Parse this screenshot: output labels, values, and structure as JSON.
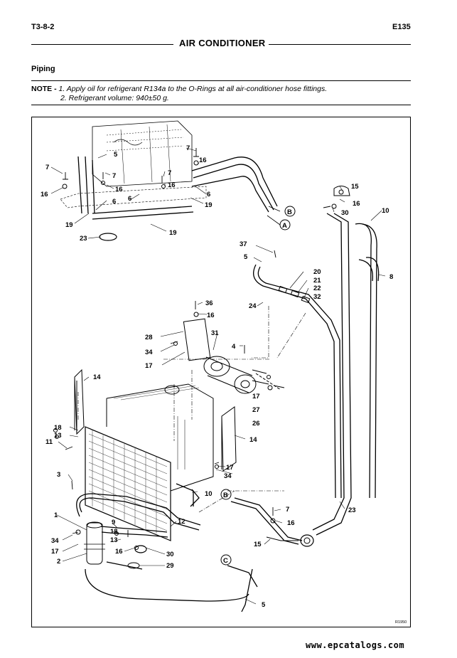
{
  "header": {
    "page_code": "T3-8-2",
    "model": "E135"
  },
  "title": "AIR CONDITIONER",
  "section": "Piping",
  "note": {
    "label": "NOTE -",
    "line1": "1. Apply oil for refrigerant R134a to the O-Rings at all air-conditioner hose fittings.",
    "line2": "2. Refrigerant volume: 940±50 g."
  },
  "diagram": {
    "ref_code": "R1950",
    "connector_labels": [
      "A",
      "B",
      "C"
    ],
    "callouts": [
      "1",
      "2",
      "3",
      "4",
      "5",
      "6",
      "7",
      "8",
      "9",
      "10",
      "11",
      "12",
      "13",
      "14",
      "15",
      "16",
      "17",
      "18",
      "19",
      "20",
      "21",
      "22",
      "23",
      "24",
      "26",
      "27",
      "28",
      "29",
      "30",
      "31",
      "32",
      "34",
      "36",
      "37"
    ]
  },
  "footer": {
    "watermark": "www.epcatalogs.com"
  }
}
